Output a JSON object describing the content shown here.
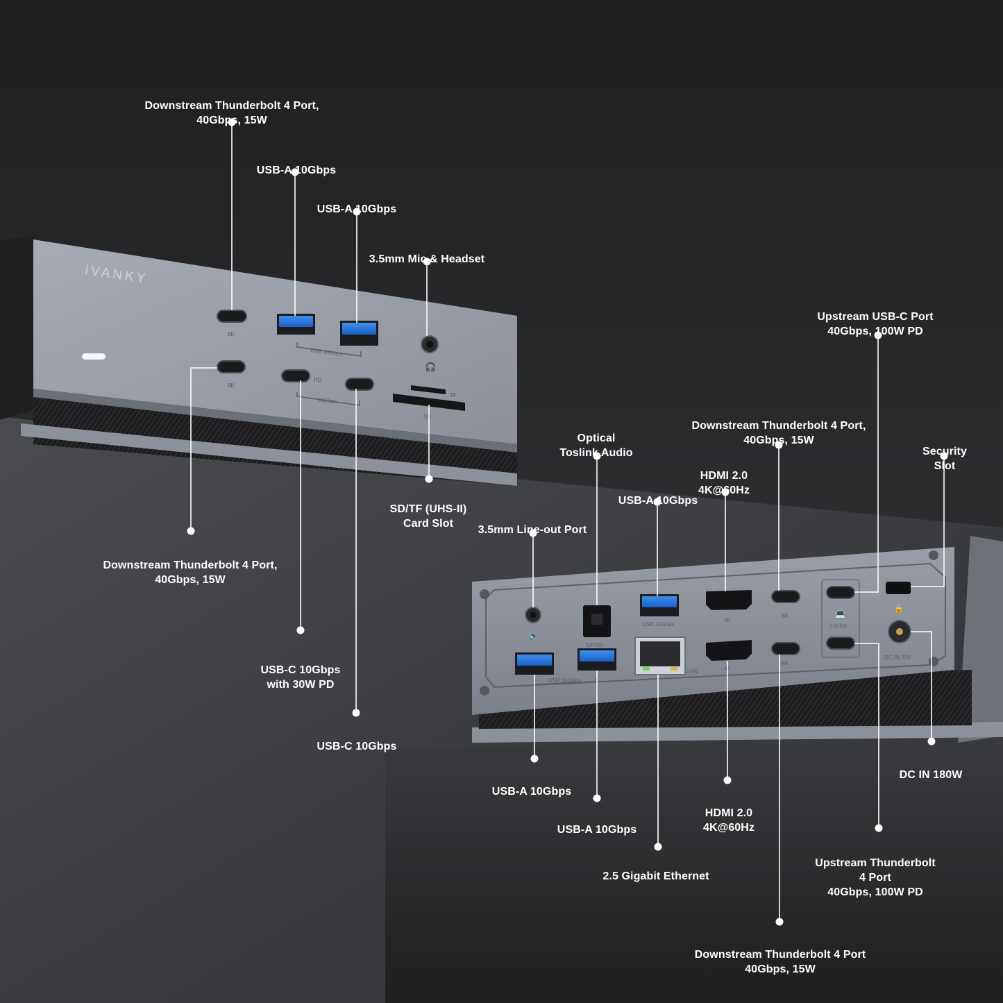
{
  "brand": "iVANKY",
  "front_panel": {
    "marks": {
      "tb_top": "8K",
      "tb_bottom": "8K",
      "usb_a_group": "USB 10Gbps",
      "pd": "PD",
      "usb_c_group": "10Gbps",
      "tf": "TF",
      "sd": "SD"
    }
  },
  "rear_panel": {
    "marks": {
      "usb_a_top": "USB 10Gbps",
      "usb_a_bottom": "USB 10Gbps",
      "spdif": "S/PDIF",
      "lan": "LAN",
      "hdmi_top": "4K",
      "hdmi_bottom": "4K",
      "tb_top": "8K",
      "tb_bottom": "8K",
      "laptop": "Laptop",
      "dc_in": "DC IN 22V"
    }
  },
  "callouts": [
    {
      "id": "front-tb4-top",
      "lines": [
        "Downstream Thunderbolt 4 Port,",
        "40Gbps, 15W"
      ]
    },
    {
      "id": "front-usba-1",
      "lines": [
        "USB-A 10Gbps"
      ]
    },
    {
      "id": "front-usba-2",
      "lines": [
        "USB-A 10Gbps"
      ]
    },
    {
      "id": "front-audio",
      "lines": [
        "3.5mm Mic & Headset"
      ]
    },
    {
      "id": "front-card",
      "lines": [
        "SD/TF (UHS-II)",
        "Card Slot"
      ]
    },
    {
      "id": "front-tb4-bottom",
      "lines": [
        "Downstream Thunderbolt 4 Port,",
        "40Gbps, 15W"
      ]
    },
    {
      "id": "front-usbc-pd",
      "lines": [
        "USB-C 10Gbps",
        "with 30W PD"
      ]
    },
    {
      "id": "front-usbc",
      "lines": [
        "USB-C 10Gbps"
      ]
    },
    {
      "id": "rear-upstream-usbc",
      "lines": [
        "Upstream USB-C Port",
        "40Gbps, 100W PD"
      ]
    },
    {
      "id": "rear-optical",
      "lines": [
        "Optical",
        "Toslink Audio"
      ]
    },
    {
      "id": "rear-tb4-top",
      "lines": [
        "Downstream Thunderbolt 4 Port,",
        "40Gbps, 15W"
      ]
    },
    {
      "id": "rear-security",
      "lines": [
        "Security Slot"
      ]
    },
    {
      "id": "rear-hdmi-top",
      "lines": [
        "HDMI 2.0",
        "4K@60Hz"
      ]
    },
    {
      "id": "rear-usba-top",
      "lines": [
        "USB-A 10Gbps"
      ]
    },
    {
      "id": "rear-lineout",
      "lines": [
        "3.5mm Line-out Port"
      ]
    },
    {
      "id": "rear-usba-bottom-1",
      "lines": [
        "USB-A 10Gbps"
      ]
    },
    {
      "id": "rear-usba-bottom-2",
      "lines": [
        "USB-A 10Gbps"
      ]
    },
    {
      "id": "rear-ethernet",
      "lines": [
        "2.5 Gigabit Ethernet"
      ]
    },
    {
      "id": "rear-hdmi-bottom",
      "lines": [
        "HDMI 2.0",
        "4K@60Hz"
      ]
    },
    {
      "id": "rear-dc-in",
      "lines": [
        "DC IN 180W"
      ]
    },
    {
      "id": "rear-upstream-tb4",
      "lines": [
        "Upstream Thunderbolt 4 Port",
        "40Gbps, 100W PD"
      ]
    },
    {
      "id": "rear-tb4-bottom",
      "lines": [
        "Downstream Thunderbolt 4 Port",
        "40Gbps, 15W"
      ]
    }
  ]
}
